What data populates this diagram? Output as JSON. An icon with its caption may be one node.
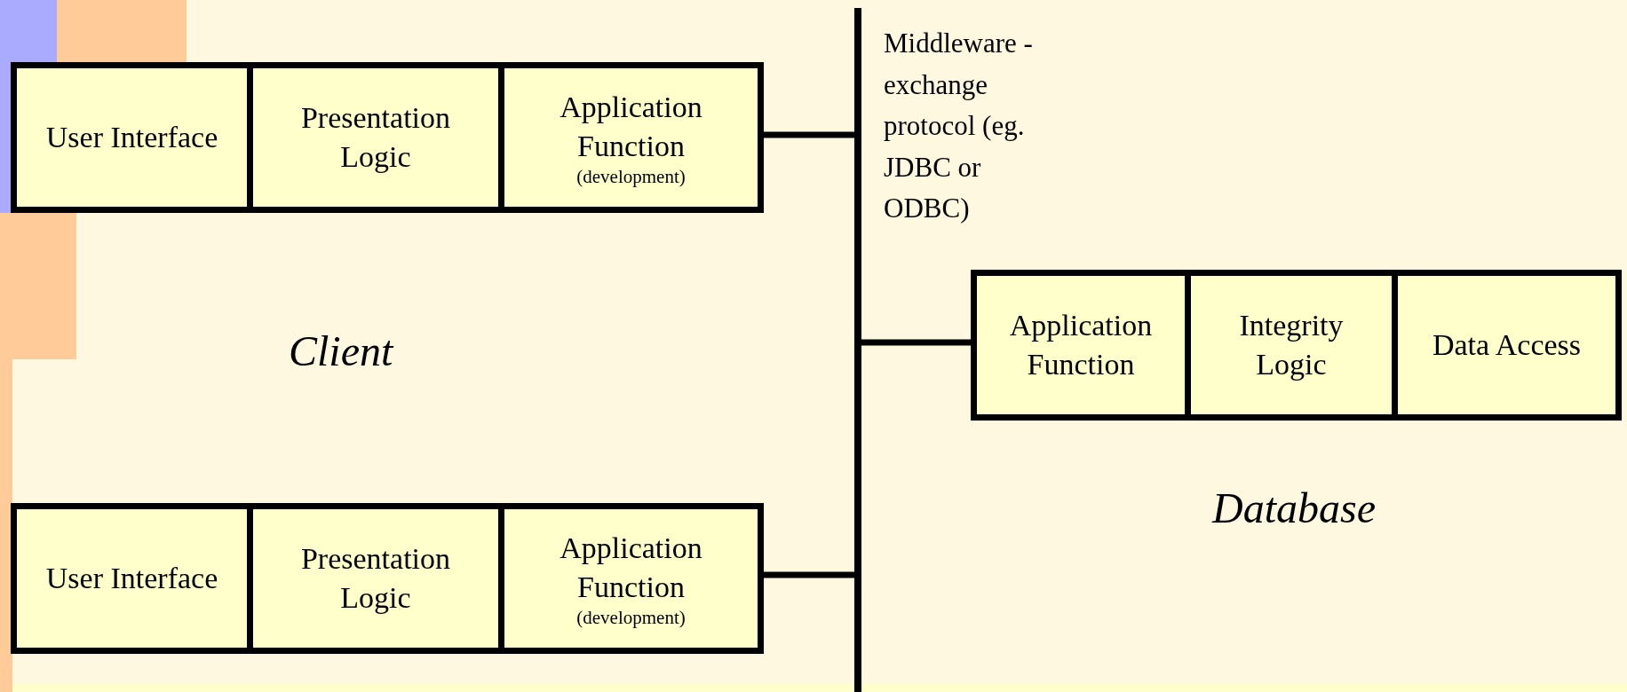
{
  "diagram": {
    "nodes": [
      {
        "text": [
          "User Interface"
        ]
      },
      {
        "text": [
          "Presentation Logic"
        ]
      },
      {
        "text": [
          "Application Function",
          "(development)"
        ]
      },
      {
        "text": [],
        "shape": "bar",
        "beside": [
          "Middleware - exchange protocol (eg. JDBC or ODBC)"
        ]
      },
      {
        "text": [
          "Application Function"
        ]
      },
      {
        "text": [
          "Integrity Logic"
        ]
      },
      {
        "text": [
          "Data Access"
        ]
      },
      {
        "text": [
          "User Interface"
        ]
      },
      {
        "text": [
          "Presentation Logic"
        ]
      },
      {
        "text": [
          "Application Function",
          "(development)"
        ]
      }
    ],
    "edges": [
      {
        "from": 2,
        "to": 3,
        "arrow": "none"
      },
      {
        "from": 3,
        "to": 4,
        "arrow": "none"
      },
      {
        "from": 9,
        "to": 3,
        "arrow": "none"
      }
    ],
    "labels": [
      "Client",
      "Database"
    ]
  }
}
